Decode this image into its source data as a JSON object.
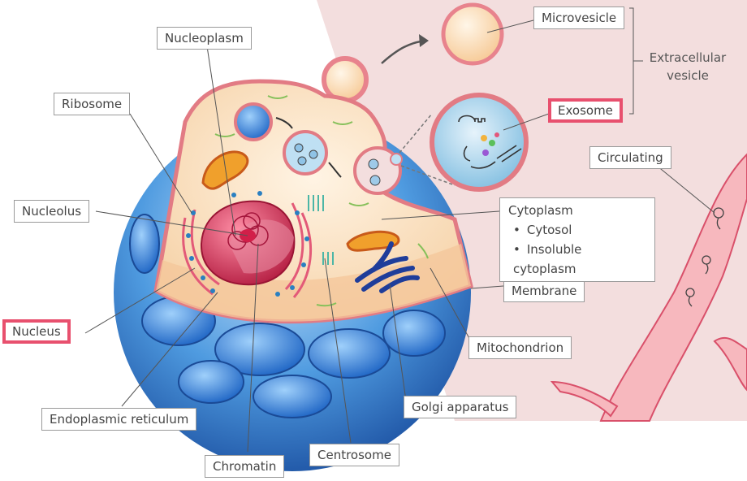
{
  "labels": {
    "nucleoplasm": "Nucleoplasm",
    "ribosome": "Ribosome",
    "nucleolus": "Nucleolus",
    "nucleus": "Nucleus",
    "endoplasmic_reticulum": "Endoplasmic reticulum",
    "chromatin": "Chromatin",
    "centrosome": "Centrosome",
    "golgi_apparatus": "Golgi apparatus",
    "mitochondrion": "Mitochondrion",
    "membrane": "Membrane",
    "microvesicle": "Microvesicle",
    "exosome": "Exosome",
    "extracellular_vesicle_line1": "Extracellular",
    "extracellular_vesicle_line2": "vesicle",
    "circulating": "Circulating",
    "cytoplasm": {
      "title": "Cytoplasm",
      "items": [
        "Cytosol",
        "Insoluble cytoplasm"
      ]
    }
  },
  "colors": {
    "highlight_border": "#e8506e",
    "background_panel": "#f3dede",
    "cytoplasm": "#f7d9b6",
    "nucleus": "#d63a5a",
    "membrane_blue": "#2f76c6",
    "vessel": "#f7b8be"
  }
}
